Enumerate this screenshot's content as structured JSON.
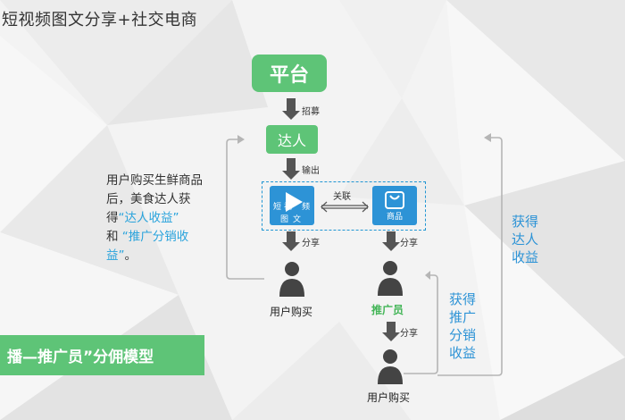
{
  "title": "短视频图文分享+社交电商",
  "nodes": {
    "platform": "平台",
    "talent": "达人",
    "video_tile_chars": [
      "短",
      "视",
      "频",
      "图",
      "文"
    ],
    "goods_tile": "商品",
    "user_left": "用户购买",
    "promoter": "推广员",
    "user_bottom": "用户购买"
  },
  "edges": {
    "recruit": "招募",
    "output": "输出",
    "link": "关联",
    "share_left": "分享",
    "share_right": "分享",
    "share_bottom": "分享"
  },
  "left_text": {
    "line1": "用户购买生鲜商品后，美食达人获得",
    "quote1": "“达人收益”",
    "and": "和",
    "quote2": "“推广分销收益”",
    "end": "。"
  },
  "right_income": {
    "talent_income": [
      "获得",
      "达人",
      "收益"
    ],
    "promoter_income": [
      "获得",
      "推广",
      "分销",
      "收益"
    ]
  },
  "banner": "播—推广员”分佣模型",
  "colors": {
    "green": "#5ec477",
    "blue": "#2d93d6",
    "highlight": "#29a3dc"
  }
}
